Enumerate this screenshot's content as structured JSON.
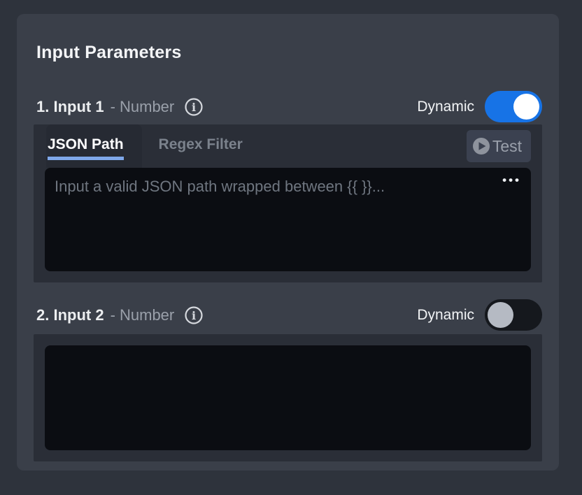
{
  "page": {
    "title": "Input Parameters"
  },
  "colors": {
    "accent_blue": "#1773e6",
    "tab_underline_blue": "#7fa8ea",
    "card_bg": "#3a3f49",
    "panel_bg": "#2a2e37",
    "editor_bg": "#0b0d12"
  },
  "inputs": [
    {
      "name_label": "1. Input 1",
      "type_label": "- Number",
      "dynamic_label": "Dynamic",
      "dynamic_state": "on",
      "tabs": {
        "json_path": "JSON Path",
        "regex_filter": "Regex Filter",
        "active": "JSON Path"
      },
      "test_button_label": "Test",
      "editor_placeholder": "Input a valid JSON path wrapped between {{ }}...",
      "editor_value": "",
      "ellipsis_glyph": "•••"
    },
    {
      "name_label": "2. Input 2",
      "type_label": "- Number",
      "dynamic_label": "Dynamic",
      "dynamic_state": "off",
      "editor_value": ""
    }
  ]
}
